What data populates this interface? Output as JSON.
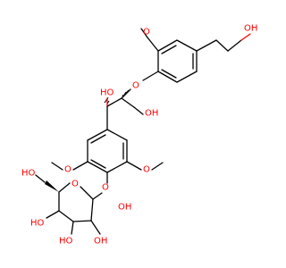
{
  "structure": {
    "atoms": {
      "terminal_hydroxyl": "OH",
      "ring_methoxy_top": "O",
      "ether_link": "O",
      "benzylic_hydroxyl": "HO",
      "primary_hydroxyl": "OH",
      "methoxy_left": "O",
      "methoxy_right": "O",
      "hydroxymethyl": "HO",
      "glycosidic_oxygen": "O",
      "pyranose_ring_oxygen": "O",
      "sugar_hydroxyl_c4": "HO",
      "sugar_hydroxyl_c3": "HO",
      "sugar_hydroxyl_c2": "OH",
      "sugar_hydroxyl_c1": "OH"
    }
  },
  "colors": {
    "bond": "#000000",
    "heteroatom_oxygen": "#ff0000",
    "background": "#ffffff"
  }
}
